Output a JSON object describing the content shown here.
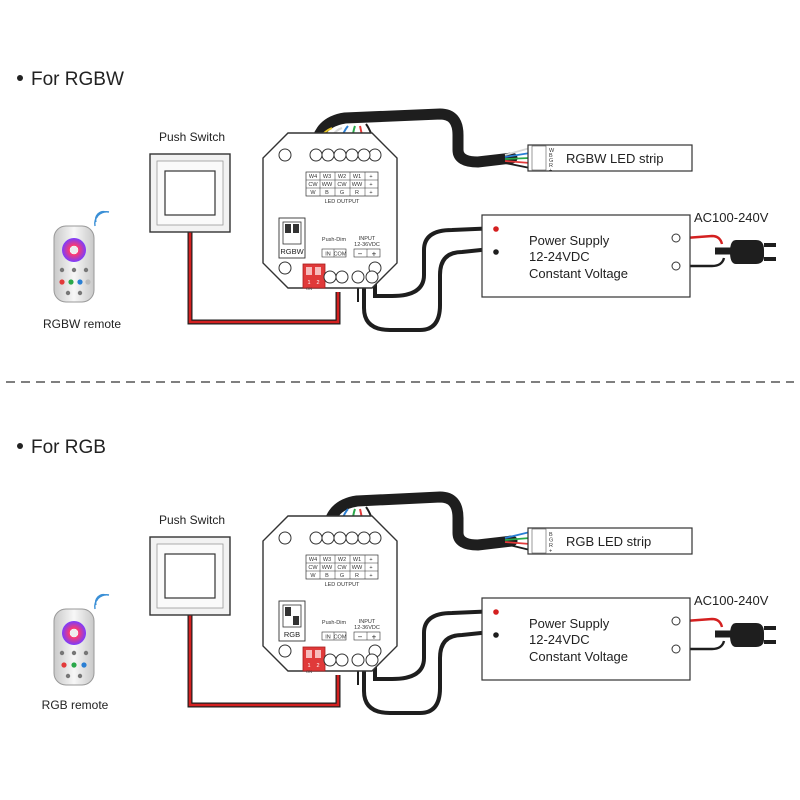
{
  "sections": [
    {
      "heading": "For RGBW",
      "push_switch": "Push Switch",
      "remote": "RGBW remote",
      "strip": "RGBW LED strip",
      "strip_pins": [
        "W",
        "B",
        "G",
        "R",
        "+"
      ],
      "psu_lines": [
        "Power Supply",
        "12-24VDC",
        "Constant Voltage"
      ],
      "ac": "AC100-240V",
      "table": [
        [
          "W4",
          "W3",
          "W2",
          "W1",
          "+"
        ],
        [
          "CW",
          "WW",
          "CW",
          "WW",
          "+"
        ],
        [
          "W",
          "B",
          "G",
          "R",
          "+"
        ]
      ],
      "led_output": "LED OUTPUT",
      "mode": "RGBW",
      "push_dim": "Push-Dim",
      "input": "INPUT",
      "input_v": "12-36VDC",
      "in": "IN",
      "com": "COM",
      "minus": "−",
      "plus": "+",
      "dip_1": "1",
      "dip_2": "2",
      "on": "ON"
    },
    {
      "heading": "For RGB",
      "push_switch": "Push Switch",
      "remote": "RGB remote",
      "strip": "RGB LED strip",
      "strip_pins": [
        "B",
        "G",
        "R",
        "+"
      ],
      "psu_lines": [
        "Power Supply",
        "12-24VDC",
        "Constant Voltage"
      ],
      "ac": "AC100-240V",
      "table": [
        [
          "W4",
          "W3",
          "W2",
          "W1",
          "+"
        ],
        [
          "CW",
          "WW",
          "CW",
          "WW",
          "+"
        ],
        [
          "W",
          "B",
          "G",
          "R",
          "+"
        ]
      ],
      "led_output": "LED OUTPUT",
      "mode": "RGB",
      "push_dim": "Push-Dim",
      "input": "INPUT",
      "input_v": "12-36VDC",
      "in": "IN",
      "com": "COM",
      "minus": "−",
      "plus": "+",
      "dip_1": "1",
      "dip_2": "2",
      "on": "ON"
    }
  ],
  "colors": {
    "wire_black": "#1e1e1e",
    "wire_red": "#d42020",
    "wire_white": "#d8d8d8",
    "wire_blue": "#2a7fd4",
    "wire_green": "#2aa84a",
    "wire_red_out": "#e23a3a",
    "wire_yellow": "#e8c62a",
    "dip_red": "#e03a3a",
    "divider": "#555555"
  }
}
